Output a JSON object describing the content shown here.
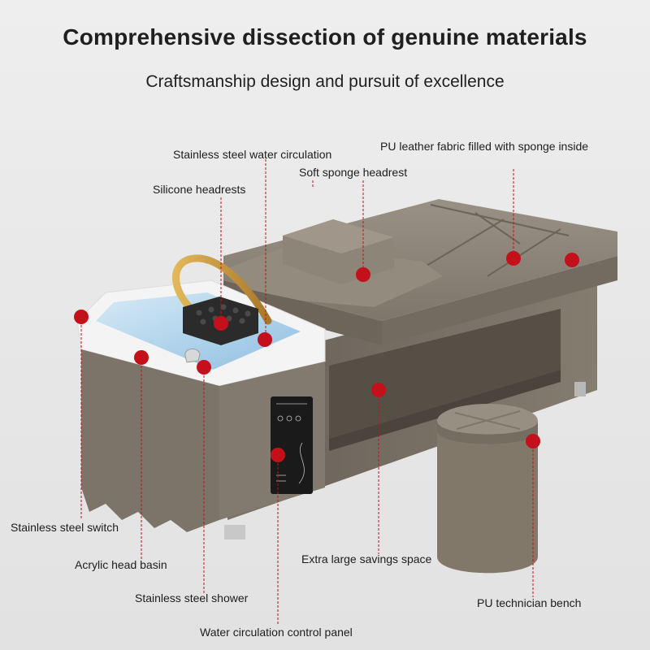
{
  "header": {
    "title": "Comprehensive dissection of genuine materials",
    "subtitle": "Craftsmanship design and pursuit of excellence"
  },
  "labels": {
    "water_circulation": "Stainless steel water circulation",
    "pu_leather": "PU leather fabric filled with sponge inside",
    "soft_sponge": "Soft sponge headrest",
    "silicone_headrests": "Silicone headrests",
    "switch": "Stainless steel switch",
    "basin": "Acrylic head basin",
    "shower": "Stainless steel shower",
    "control_panel": "Water circulation control panel",
    "storage": "Extra large savings space",
    "bench": "PU technician bench"
  },
  "colors": {
    "leather": "#857c70",
    "marker": "#c4101a",
    "leader_line": "#c4101a",
    "basin_water": "#a8cfe8",
    "basin_shell": "#f7f7f7",
    "panel": "#1a1a1a",
    "pipe": "#c99a3a"
  }
}
